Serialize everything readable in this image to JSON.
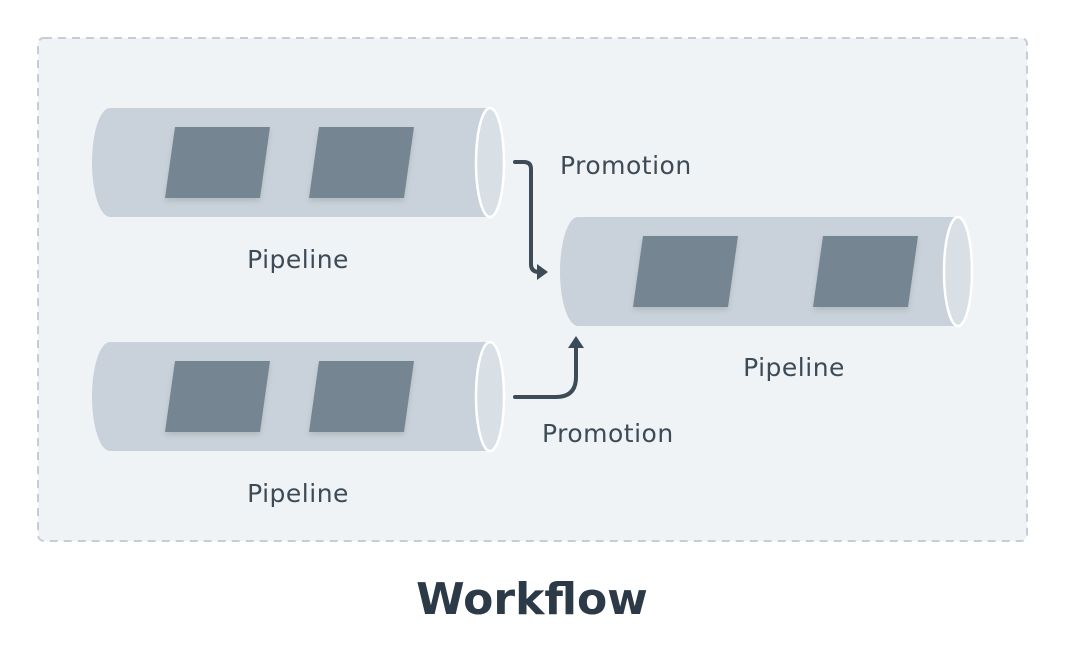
{
  "diagram": {
    "title": "Workflow",
    "pipelines": [
      {
        "label": "Pipeline"
      },
      {
        "label": "Pipeline"
      },
      {
        "label": "Pipeline"
      }
    ],
    "promotions": [
      {
        "label": "Promotion"
      },
      {
        "label": "Promotion"
      }
    ],
    "colors": {
      "container_fill": "#f0f3f6",
      "container_border": "#c5ced6",
      "pipe_body": "#c9d2da",
      "pipe_end": "#d8dfe5",
      "block": "#748592",
      "arrow": "#3d4b57",
      "text": "#3d4b57"
    }
  }
}
